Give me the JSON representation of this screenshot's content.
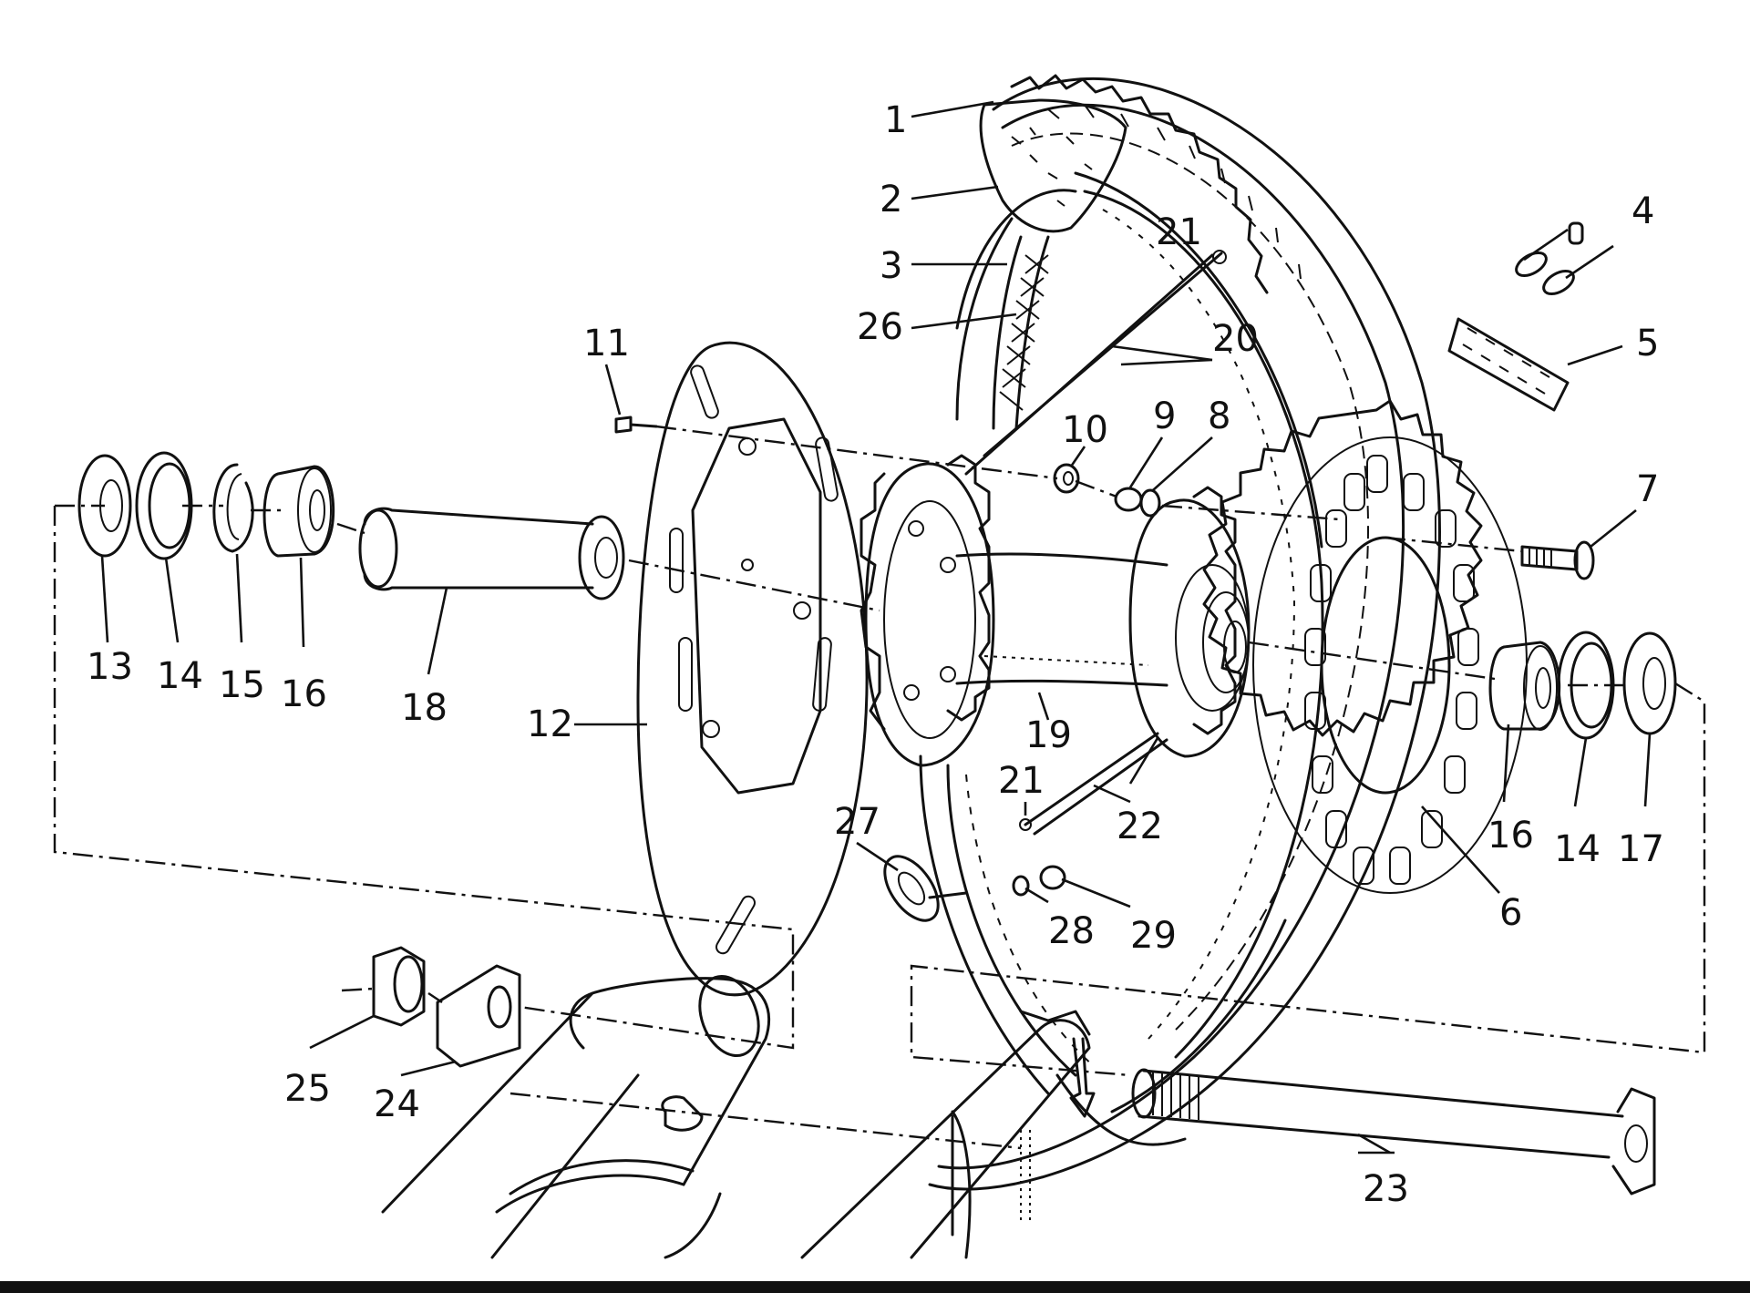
{
  "diagram": {
    "labels": [
      {
        "id": "l1",
        "text": "1"
      },
      {
        "id": "l2",
        "text": "2"
      },
      {
        "id": "l3",
        "text": "3"
      },
      {
        "id": "l26",
        "text": "26"
      },
      {
        "id": "l21a",
        "text": "21"
      },
      {
        "id": "l20",
        "text": "20"
      },
      {
        "id": "l4",
        "text": "4"
      },
      {
        "id": "l5",
        "text": "5"
      },
      {
        "id": "l11",
        "text": "11"
      },
      {
        "id": "l10",
        "text": "10"
      },
      {
        "id": "l9",
        "text": "9"
      },
      {
        "id": "l8",
        "text": "8"
      },
      {
        "id": "l7",
        "text": "7"
      },
      {
        "id": "l13",
        "text": "13"
      },
      {
        "id": "l14a",
        "text": "14"
      },
      {
        "id": "l15",
        "text": "15"
      },
      {
        "id": "l16a",
        "text": "16"
      },
      {
        "id": "l18",
        "text": "18"
      },
      {
        "id": "l12",
        "text": "12"
      },
      {
        "id": "l19",
        "text": "19"
      },
      {
        "id": "l21b",
        "text": "21"
      },
      {
        "id": "l22",
        "text": "22"
      },
      {
        "id": "l27",
        "text": "27"
      },
      {
        "id": "l28",
        "text": "28"
      },
      {
        "id": "l29",
        "text": "29"
      },
      {
        "id": "l6",
        "text": "6"
      },
      {
        "id": "l16b",
        "text": "16"
      },
      {
        "id": "l14b",
        "text": "14"
      },
      {
        "id": "l17",
        "text": "17"
      },
      {
        "id": "l25",
        "text": "25"
      },
      {
        "id": "l24",
        "text": "24"
      },
      {
        "id": "l23",
        "text": "23"
      }
    ]
  }
}
